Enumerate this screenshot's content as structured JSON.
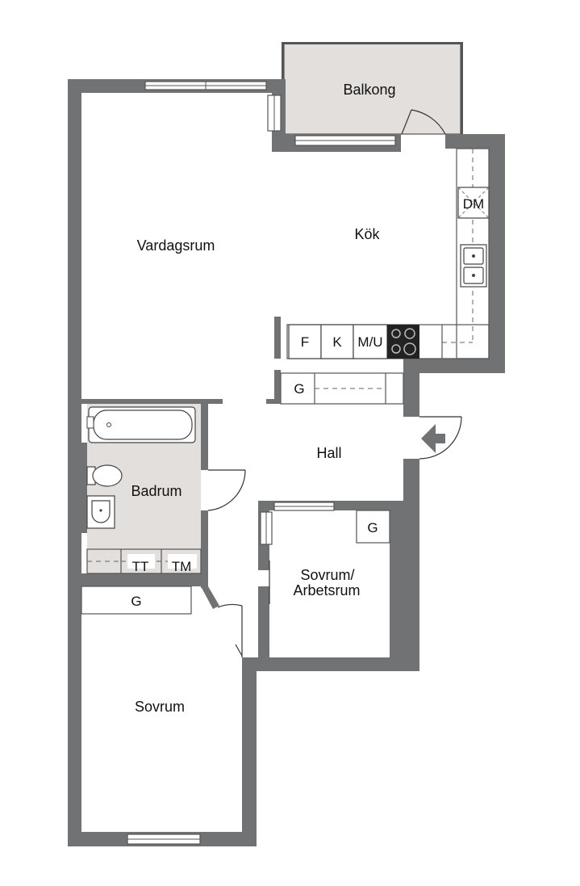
{
  "colors": {
    "wall": "#717274",
    "wet_floor": "#e3dfdc",
    "background": "#ffffff",
    "text": "#111111"
  },
  "rooms": {
    "balkong": "Balkong",
    "vardagsrum": "Vardagsrum",
    "kok": "Kök",
    "hall": "Hall",
    "badrum": "Badrum",
    "sovrum_arbetsrum_line1": "Sovrum/",
    "sovrum_arbetsrum_line2": "Arbetsrum",
    "sovrum": "Sovrum"
  },
  "fixtures": {
    "dishwasher": "DM",
    "fridge": "F",
    "freezer": "K",
    "microwave_oven": "M/U",
    "hall_wardrobe": "G",
    "bedroom2_wardrobe": "G",
    "bedroom_wardrobe": "G",
    "dryer": "TT",
    "washer": "TM"
  },
  "icons": [
    "window-icon",
    "door-swing-icon",
    "entrance-arrow-icon",
    "stove-icon",
    "sink-icon",
    "bathtub-icon",
    "toilet-icon",
    "washbasin-icon"
  ]
}
